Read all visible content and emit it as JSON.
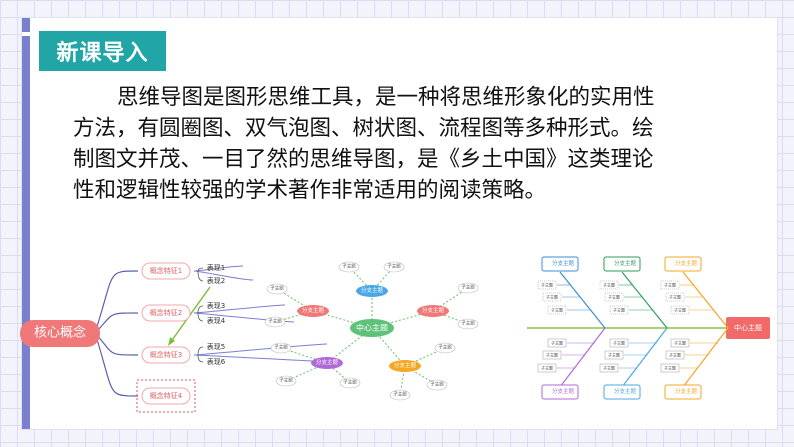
{
  "section_title": "新课导入",
  "paragraph": "思维导图是图形思维工具，是一种将思维形象化的实用性方法，有圆圈图、双气泡图、树状图、流程图等多种形式。绘制图文并茂、一目了然的思维导图，是《乡土中国》这类理论性和逻辑性较强的学术著作非常适用的阅读策略。",
  "diagram1": {
    "core": "核心概念",
    "features": [
      "概念特征1",
      "概念特征2",
      "概念特征3",
      "概念特征4"
    ],
    "leaves": [
      "表现1",
      "表现2",
      "表现3",
      "表现4",
      "表现5",
      "表现6"
    ]
  },
  "diagram2": {
    "center": "中心主题",
    "branch": "分支主题",
    "sub": "子主题"
  },
  "diagram3": {
    "center": "中心主题",
    "branch": "分支主题",
    "sub": "子主题"
  },
  "colors": {
    "accent": "#22a5a7",
    "sidebar": "#7a7fd0",
    "core_node": "#f07878",
    "feature_border": "#f4a8a8"
  }
}
